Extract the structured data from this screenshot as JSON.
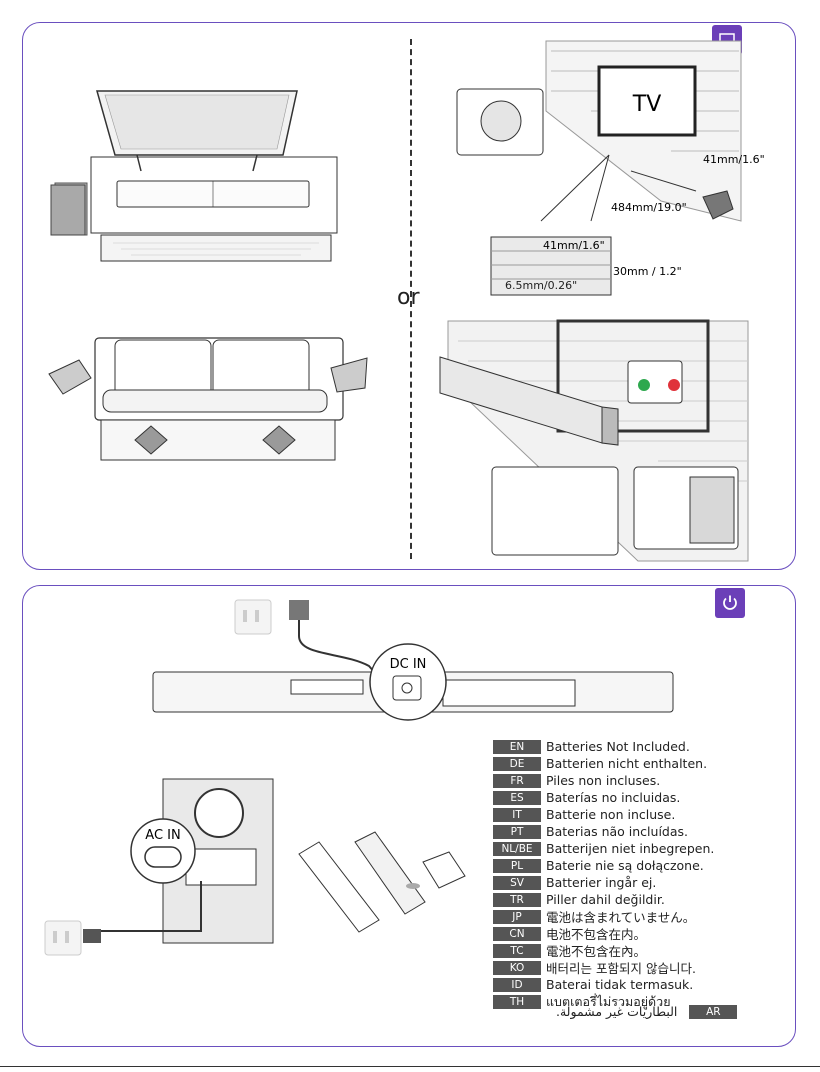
{
  "panel1": {
    "badge_icon": "laptop-icon",
    "or_text": "or",
    "tv_label": "TV",
    "dim_41_side": "41mm/1.6\"",
    "dim_484": "484mm/19.0\"",
    "dim_41_inset": "41mm/1.6\"",
    "dim_30": "30mm / 1.2\"",
    "dim_6_5": "6.5mm/0.26\""
  },
  "panel2": {
    "badge_icon": "power-icon",
    "dc_in": "DC IN",
    "ac_in": "AC IN",
    "languages": [
      {
        "code": "EN",
        "text": "Batteries Not Included."
      },
      {
        "code": "DE",
        "text": "Batterien nicht enthalten."
      },
      {
        "code": "FR",
        "text": "Piles non incluses."
      },
      {
        "code": "ES",
        "text": "Baterías no incluidas."
      },
      {
        "code": "IT",
        "text": "Batterie non incluse."
      },
      {
        "code": "PT",
        "text": "Baterias não incluídas."
      },
      {
        "code": "NL/BE",
        "text": "Batterijen niet inbegrepen."
      },
      {
        "code": "PL",
        "text": "Baterie nie są dołączone."
      },
      {
        "code": "SV",
        "text": "Batterier ingår ej."
      },
      {
        "code": "TR",
        "text": "Piller dahil değildir."
      },
      {
        "code": "JP",
        "text": "電池は含まれていません。"
      },
      {
        "code": "CN",
        "text": "电池不包含在内。"
      },
      {
        "code": "TC",
        "text": "電池不包含在內。"
      },
      {
        "code": "KO",
        "text": "배터리는 포함되지 않습니다."
      },
      {
        "code": "ID",
        "text": "Baterai tidak termasuk."
      },
      {
        "code": "TH",
        "text": "แบตเตอรี่ไม่รวมอยู่ด้วย"
      }
    ],
    "arabic": {
      "code": "AR",
      "text": "البطاريات غير مشمولة."
    }
  },
  "colors": {
    "accent": "#6b3fb8",
    "border": "#6a4fbf",
    "label_bg": "#555555"
  }
}
